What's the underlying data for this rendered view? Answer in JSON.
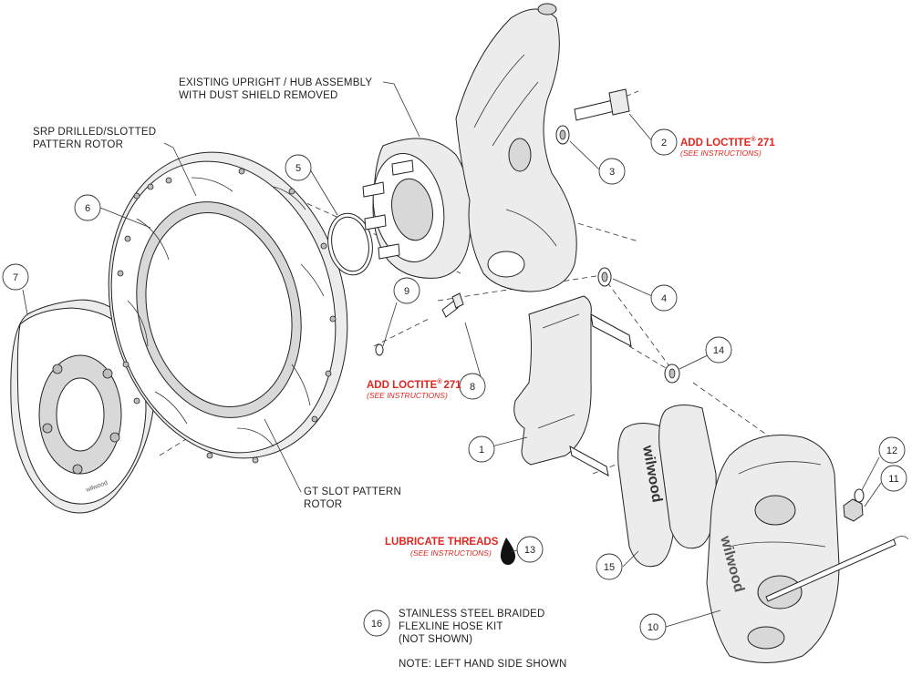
{
  "labels": {
    "upright": [
      "EXISTING UPRIGHT / HUB ASSEMBLY",
      "WITH DUST SHIELD REMOVED"
    ],
    "srp_rotor": [
      "SRP DRILLED/SLOTTED",
      "PATTERN ROTOR"
    ],
    "gt_rotor": [
      "GT SLOT PATTERN",
      "ROTOR"
    ],
    "hose_kit": [
      "STAINLESS STEEL BRAIDED",
      "FLEXLINE HOSE KIT",
      "(NOT SHOWN)"
    ],
    "note": "NOTE: LEFT HAND SIDE SHOWN"
  },
  "instructions": {
    "loctite_2": "ADD LOCTITE",
    "loctite_2_sup": "®",
    "loctite_2_num": "271",
    "loctite_2_sub": "(SEE INSTRUCTIONS)",
    "loctite_8": "ADD LOCTITE",
    "loctite_8_sup": "®",
    "loctite_8_num": "271",
    "loctite_8_sub": "(SEE INSTRUCTIONS)",
    "lubricate": "LUBRICATE THREADS",
    "lubricate_sub": "(SEE INSTRUCTIONS)"
  },
  "callouts": {
    "c1": "1",
    "c2": "2",
    "c3": "3",
    "c4": "4",
    "c5": "5",
    "c6": "6",
    "c7": "7",
    "c8": "8",
    "c9": "9",
    "c10": "10",
    "c11": "11",
    "c12": "12",
    "c13": "13",
    "c14": "14",
    "c15": "15",
    "c16": "16"
  },
  "brand": "wilwood",
  "colors": {
    "line": "#222222",
    "accent": "#e0261f",
    "fill": "#ececec"
  }
}
